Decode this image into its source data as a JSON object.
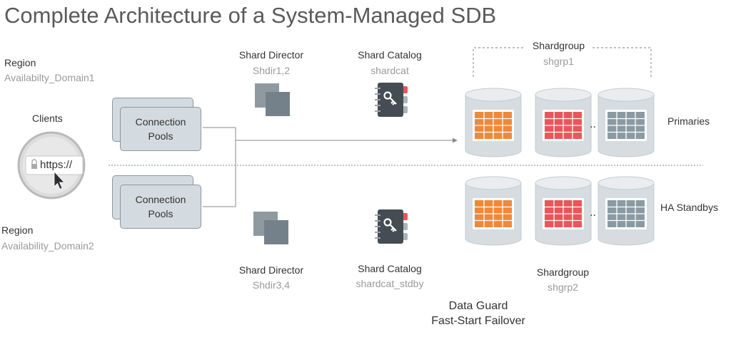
{
  "title": "Complete Architecture of a System-Managed SDB",
  "region1": {
    "label": "Region",
    "name": "Availabilty_Domain1"
  },
  "region2": {
    "label": "Region",
    "name": "Availability_Domain2"
  },
  "clients": {
    "label": "Clients",
    "url": "https://"
  },
  "pools": {
    "top": "Connection Pools",
    "bottom": "Connection Pools"
  },
  "director_top": {
    "label": "Shard Director",
    "name": "Shdir1,2"
  },
  "director_bottom": {
    "label": "Shard Director",
    "name": "Shdir3,4"
  },
  "catalog_top": {
    "label": "Shard Catalog",
    "name": "shardcat"
  },
  "catalog_bottom": {
    "label": "Shard Catalog",
    "name": "shardcat_stdby"
  },
  "shardgroup_top": {
    "label": "Shardgroup",
    "name": "shgrp1"
  },
  "shardgroup_bottom": {
    "label": "Shardgroup",
    "name": "shgrp2"
  },
  "primaries": "Primaries",
  "standbys": "HA Standbys",
  "ellipsis": "..",
  "dataguard": {
    "line1": "Data Guard",
    "line2": "Fast-Start Failover"
  },
  "colors": {
    "orange": "#f0883a",
    "red": "#e8565a",
    "gray": "#8a9aa3",
    "cylinder": "#d6dcdf"
  }
}
